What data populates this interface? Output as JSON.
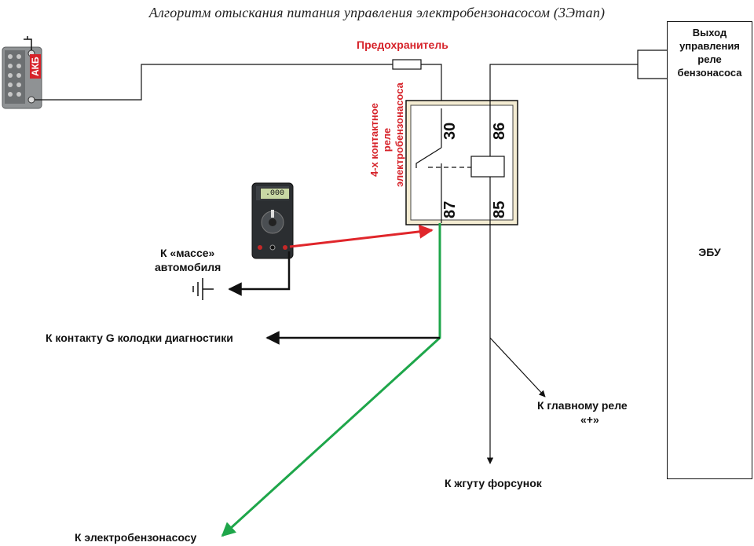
{
  "title": "Алгоритм отыскания питания управления электробензонасосом (3Этап)",
  "battery_label": "АКБ",
  "fuse_label": "Предохранитель",
  "relay_caption": "4-х контактное реле электробензонасоса",
  "relay_pins": [
    "30",
    "86",
    "87",
    "85"
  ],
  "ecu_output_lines": [
    "Выход",
    "управления",
    "реле",
    "бензонасоса"
  ],
  "ecu_label": "ЭБУ",
  "multimeter_display": ".000",
  "labels": {
    "ground_line1": "К «массе»",
    "ground_line2": "автомобиля",
    "diag_contact": "К контакту G колодки диагностики",
    "main_relay_line1": "К главному реле",
    "main_relay_line2": "«+»",
    "injector_harness": "К жгуту форсунок",
    "fuel_pump": "К электробензонасосу"
  },
  "colors": {
    "probe_wire": "#e0262b",
    "pump_wire": "#1ea64a",
    "wire": "#111111",
    "caption_red": "#d6232a"
  }
}
